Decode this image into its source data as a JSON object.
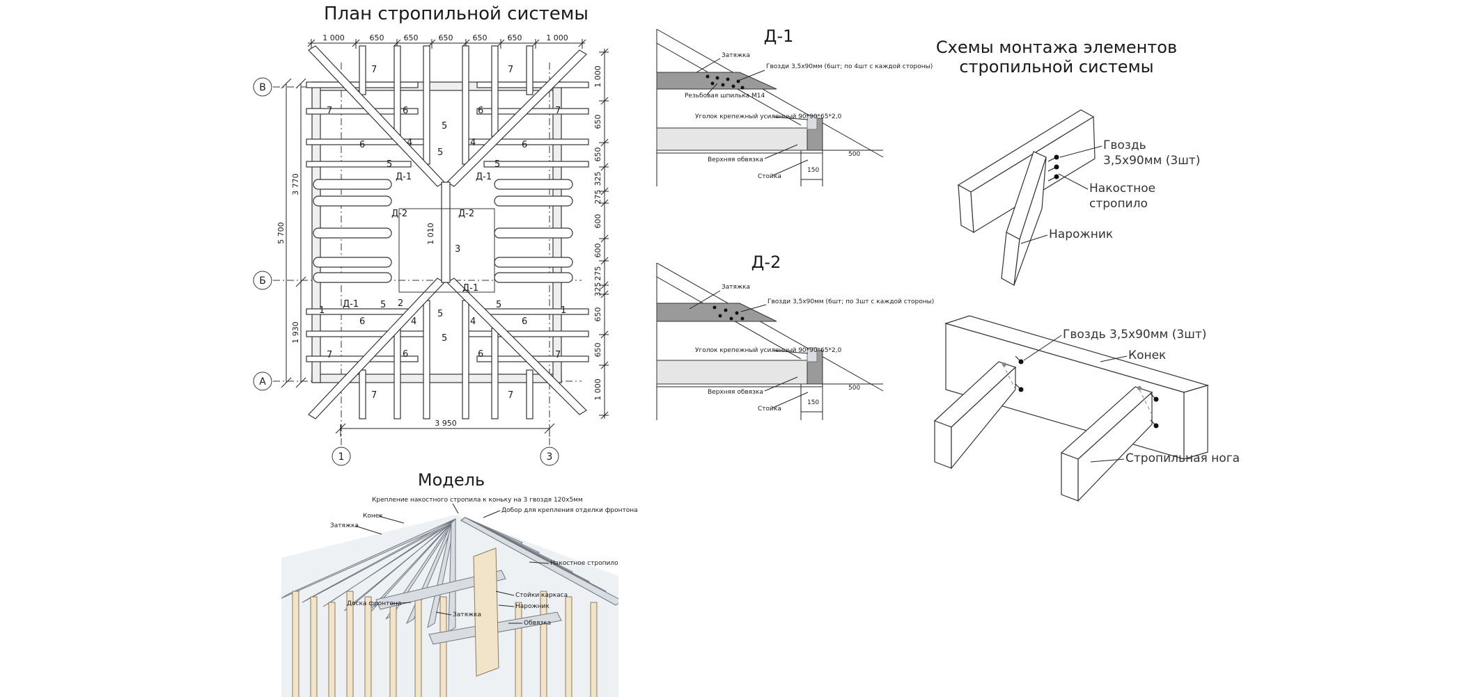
{
  "plan": {
    "title": "План стропильной системы",
    "top_dims": [
      "1 000",
      "650",
      "650",
      "650",
      "650",
      "650",
      "1 000"
    ],
    "right_dims": [
      "1 000",
      "650",
      "650",
      "325",
      "275",
      "600",
      "600",
      "275",
      "325",
      "650",
      "650",
      "1 000"
    ],
    "left_dims": {
      "upper": "3 770",
      "total": "5 700",
      "lower": "1 930"
    },
    "bottom_dim": "3 950",
    "center_dim": "1 010",
    "axis_rows": [
      "В",
      "Б",
      "А"
    ],
    "axis_cols": [
      "1",
      "3"
    ],
    "marks": [
      "1",
      "2",
      "3",
      "4",
      "5",
      "6",
      "7"
    ],
    "callouts": [
      "Д-1",
      "Д-2"
    ]
  },
  "d1": {
    "title": "Д-1",
    "tie": "Затяжка",
    "nails": "Гвозди 3,5х90мм (6шт; по 4шт с каждой стороны)",
    "stud": "Резьбовая шпилька М14",
    "angle": "Уголок крепежный усиленный 90*90*65*2,0",
    "plate": "Верхняя обвязка",
    "post": "Стойка",
    "dim150": "150",
    "dim500": "500"
  },
  "d2": {
    "title": "Д-2",
    "tie": "Затяжка",
    "nails": "Гвозди 3,5х90мм (6шт; по 3шт с каждой стороны)",
    "angle": "Уголок крепежный усиленный 90*90*65*2,0",
    "plate": "Верхняя обвязка",
    "post": "Стойка",
    "dim150": "150",
    "dim500": "500"
  },
  "schemes": {
    "title_line1": "Схемы монтажа элементов",
    "title_line2": "стропильной системы",
    "nail_a": "Гвоздь",
    "nail_a2": "3,5х90мм (3шт)",
    "jack_a": "Накостное",
    "jack_a2": "стропило",
    "hip": "Нарожник",
    "nail_b": "Гвоздь 3,5х90мм (3шт)",
    "ridge": "Конек",
    "rafter": "Стропильная нога"
  },
  "model": {
    "title": "Модель",
    "l_jack": "Крепление накостного стропила к коньку на 3 гвоздя 120х5мм",
    "l_board": "Добор для крепления отделки фронтона",
    "l_ridge": "Конек",
    "l_tie": "Затяжка",
    "l_jack2": "Накостное стропило",
    "l_posts": "Стойки каркаса",
    "l_gable": "Доска фронтона",
    "l_hip": "Нарожник",
    "l_truss": "Затяжка",
    "l_plate": "Обвязка"
  }
}
